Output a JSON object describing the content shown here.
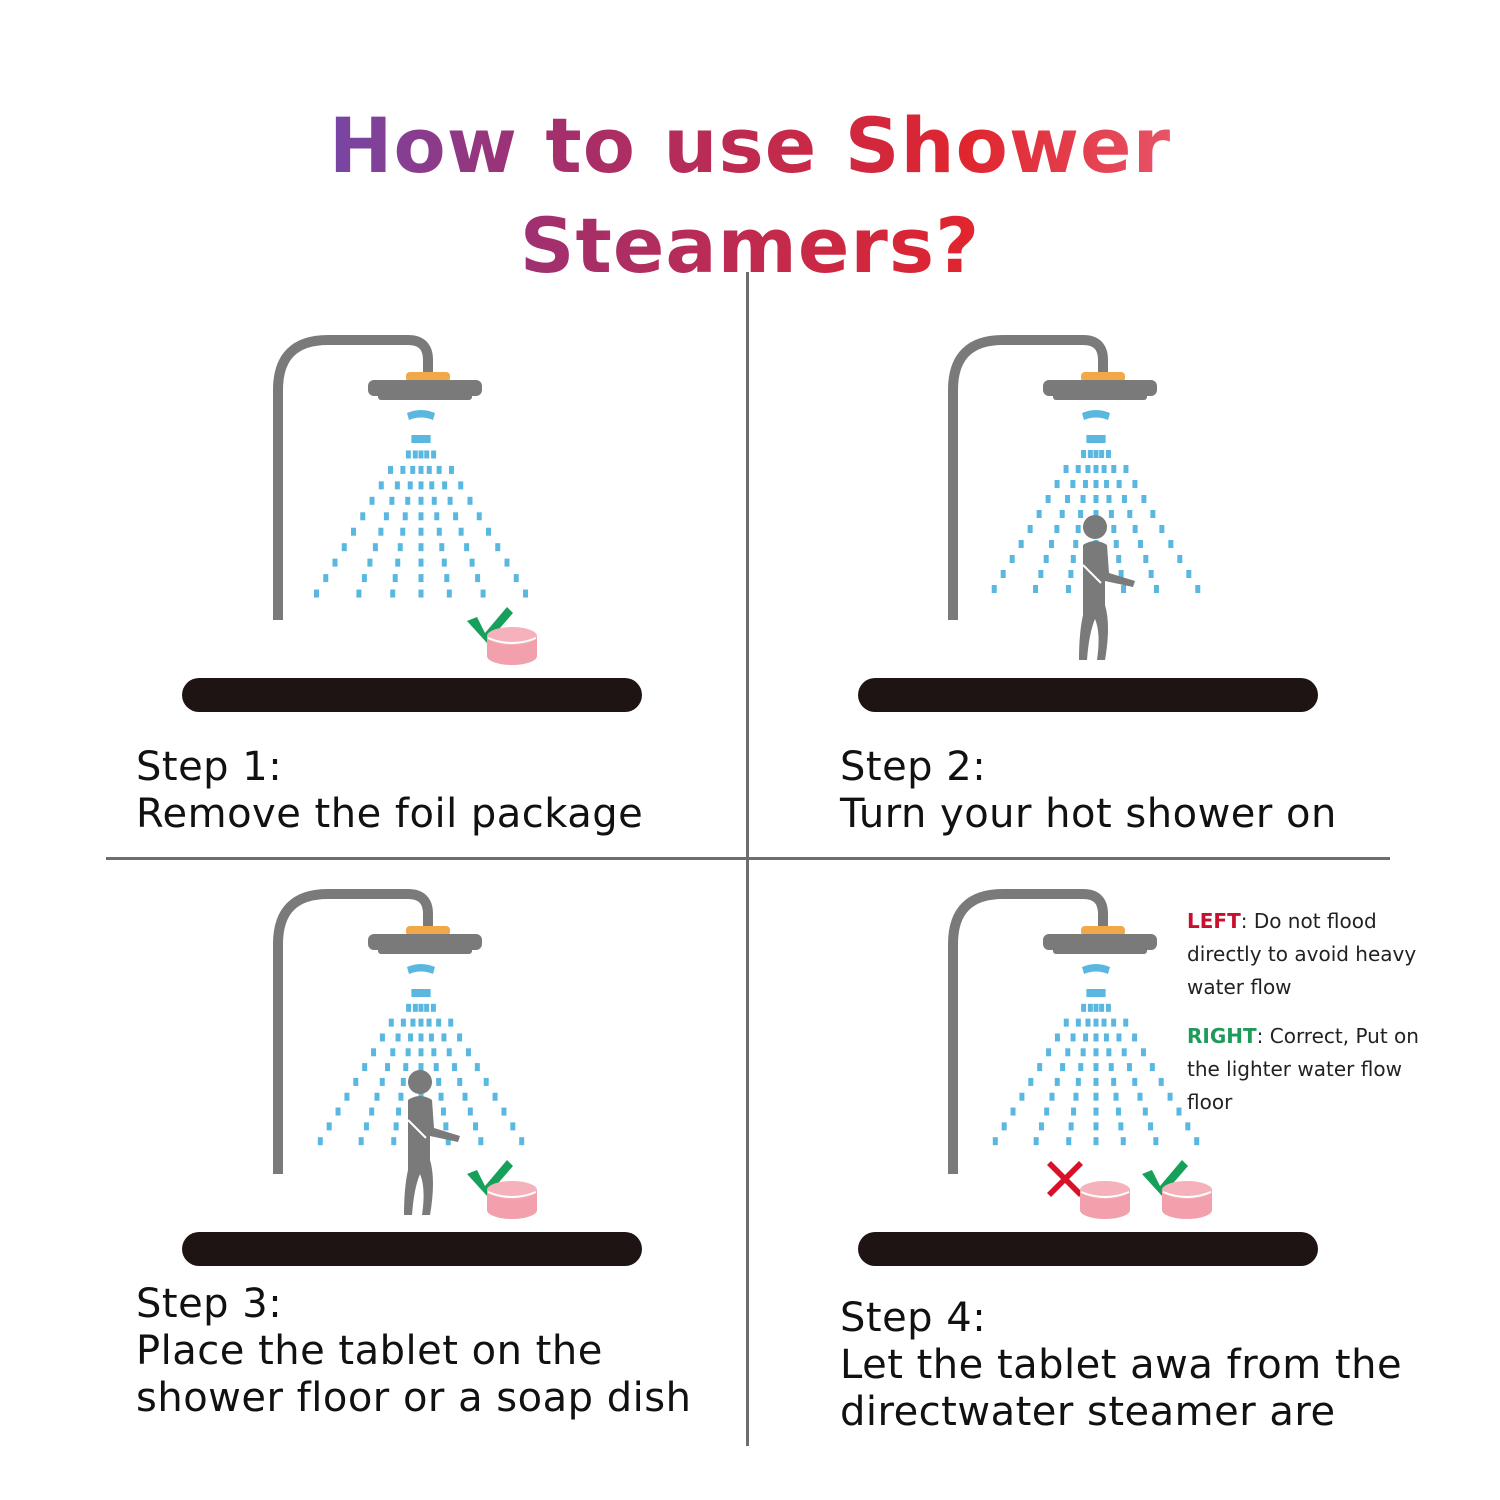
{
  "title": {
    "part1": "How to use ",
    "part2": "Shower Steamers?",
    "gradient_colors": [
      "#4a5ee0",
      "#a03070",
      "#e0252e",
      "#f088a8"
    ]
  },
  "steps": [
    {
      "label": "Step 1:",
      "text_lines": [
        "Remove the foil package"
      ],
      "icons": [
        "shower-head",
        "water-spray",
        "green-check",
        "pink-tablet"
      ]
    },
    {
      "label": "Step 2:",
      "text_lines": [
        "Turn your hot shower on"
      ],
      "icons": [
        "shower-head",
        "water-spray",
        "person"
      ]
    },
    {
      "label": "Step 3:",
      "text_lines": [
        "Place the tablet on the",
        "shower floor or a soap dish"
      ],
      "icons": [
        "shower-head",
        "water-spray",
        "person",
        "green-check",
        "pink-tablet"
      ]
    },
    {
      "label": "Step 4:",
      "text_lines": [
        "Let the tablet awa from the",
        "directwater steamer are"
      ],
      "icons": [
        "shower-head",
        "water-spray",
        "red-cross",
        "pink-tablet",
        "green-check",
        "pink-tablet"
      ]
    }
  ],
  "notes": {
    "left": {
      "keyword": "LEFT",
      "text": ": Do not flood directly to avoid heavy water flow",
      "color": "#c8102e"
    },
    "right": {
      "keyword": "RIGHT",
      "text": ": Correct, Put on the lighter water flow floor",
      "color": "#1f9a5a"
    }
  },
  "colors": {
    "pipe": "#7a7a7a",
    "shower_nozzle": "#f0a848",
    "water": "#5ab8e0",
    "floor": "#1e1414",
    "tablet": "#f2a0ac",
    "check": "#17a05a",
    "cross": "#d81028",
    "divider": "#6d6d6d"
  }
}
